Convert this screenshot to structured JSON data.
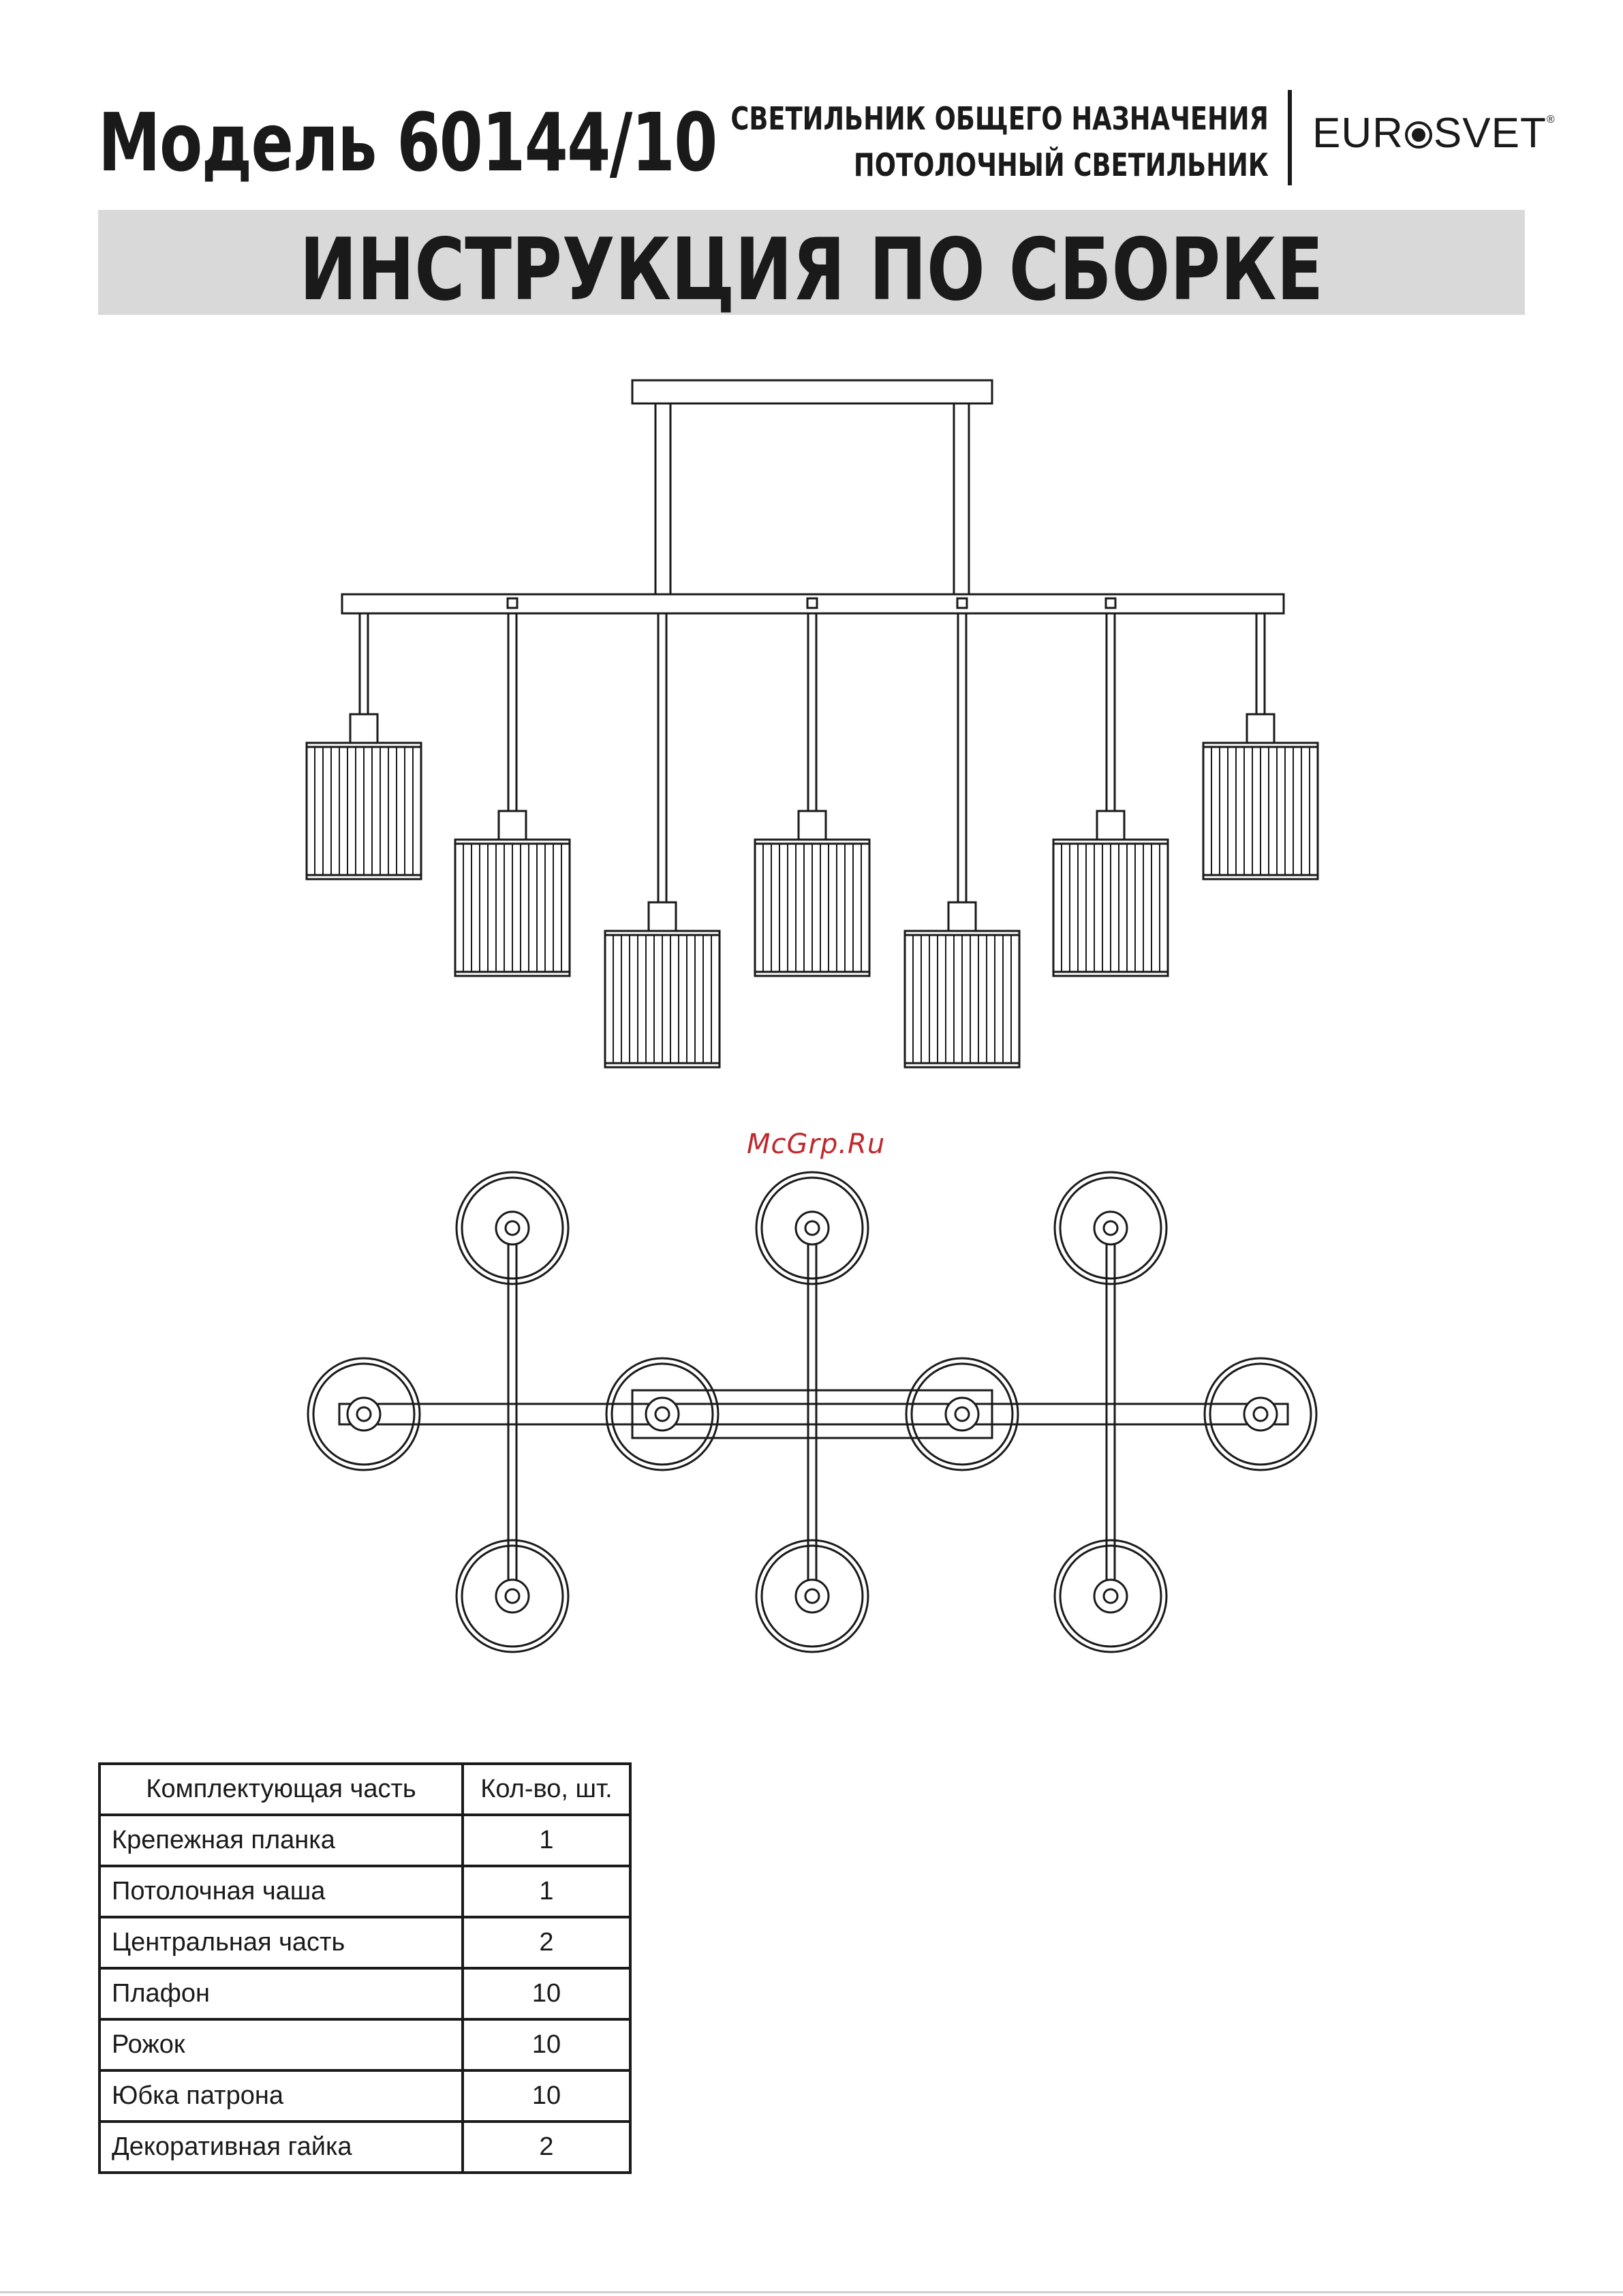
{
  "header": {
    "model_title": "Модель 60144/10",
    "category_line1": "СВЕТИЛЬНИК ОБЩЕГО НАЗНАЧЕНИЯ",
    "category_line2": "ПОТОЛОЧНЫЙ СВЕТИЛЬНИК",
    "brand_left": "EUR",
    "brand_right": "SVET",
    "brand_mark": "®"
  },
  "banner": {
    "title": "ИНСТРУКЦИЯ ПО СБОРКЕ"
  },
  "watermark": "McGrp.Ru",
  "drawings": {
    "front_view": {
      "icon": "chandelier-front-view-drawing",
      "shade_count": 7
    },
    "top_view": {
      "icon": "chandelier-top-view-drawing",
      "shade_count": 10
    }
  },
  "parts_table": {
    "headers": [
      "Комплектующая часть",
      "Кол-во, шт."
    ],
    "rows": [
      [
        "Крепежная планка",
        "1"
      ],
      [
        "Потолочная чаша",
        "1"
      ],
      [
        "Центральная часть",
        "2"
      ],
      [
        "Плафон",
        "10"
      ],
      [
        "Рожок",
        "10"
      ],
      [
        "Юбка патрона",
        "10"
      ],
      [
        "Декоративная гайка",
        "2"
      ]
    ]
  }
}
